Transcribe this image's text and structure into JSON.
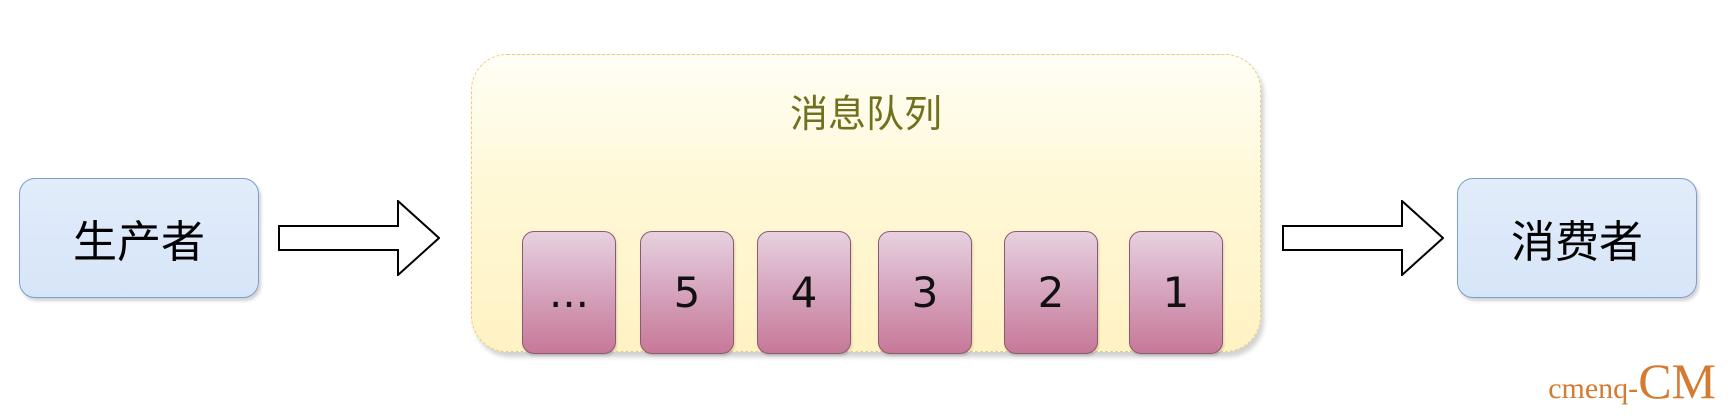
{
  "producer": {
    "label": "生产者"
  },
  "consumer": {
    "label": "消费者"
  },
  "queue": {
    "title": "消息队列",
    "slots": [
      "...",
      "5",
      "4",
      "3",
      "2",
      "1"
    ]
  },
  "watermark": {
    "prefix": "cmenq-",
    "suffix": "CM"
  },
  "colors": {
    "endpoint_fill": "#dae8fc",
    "endpoint_border": "#7c9dcf",
    "queue_fill": "#fff2cc",
    "queue_border": "#e6cf7c",
    "queue_title": "#70701f",
    "slot_fill": "#e6d0de",
    "slot_gradient_end": "#c77898",
    "watermark": "#d37b33"
  }
}
